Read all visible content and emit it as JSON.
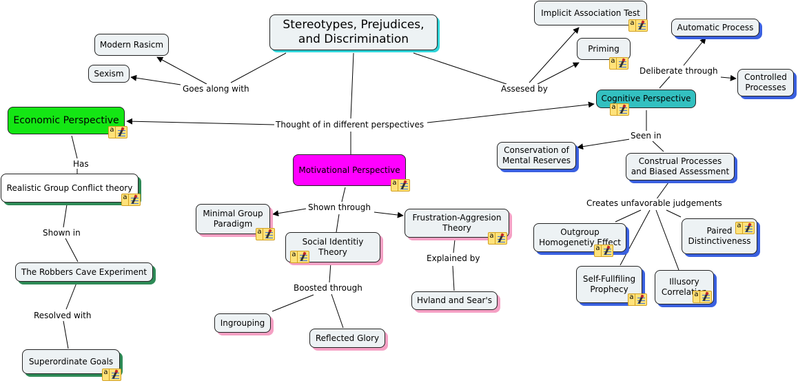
{
  "concept_map": {
    "title": "Stereotypes, Prejudices, and Discrimination",
    "concepts": {
      "main": "Stereotypes, Prejudices, and Discrimination",
      "modern_racism": "Modern Rasicm",
      "sexism": "Sexism",
      "economic": "Economic Perspective",
      "realistic_group": "Realistic Group Conflict theory",
      "robbers_cave": "The Robbers Cave Experiment",
      "superordinate": "Superordinate Goals",
      "motivational": "Motivational Perspective",
      "minimal_group": "Minimal Group Paradigm",
      "social_identity": "Social Identitiy Theory",
      "frustration": "Frustration-Aggresion Theory",
      "ingrouping": "Ingrouping",
      "reflected_glory": "Reflected Glory",
      "hvland": "Hvland and Sear's",
      "iat": "Implicit Association Test",
      "priming": "Priming",
      "automatic": "Automatic Process",
      "controlled": "Controlled Processes",
      "cognitive": "Cognitive Perspective",
      "conservation": "Conservation of Mental Reserves",
      "construal": "Construal Processes and Biased Assessment",
      "outgroup": "Outgroup Homogenetiy Effect",
      "paired": "Paired Distinctiveness",
      "self_fulfilling": "Self-Fullfiling Prophecy",
      "illusory": "Illusory Correlation"
    },
    "linking_phrases": {
      "goes_along": "Goes along with",
      "thought_of": "Thought of in different perspectives",
      "assesed_by": "Assesed by",
      "deliberate": "Deliberate through",
      "has": "Has",
      "shown_in": "Shown in",
      "resolved_with": "Resolved with",
      "shown_through": "Shown through",
      "boosted_through": "Boosted through",
      "explained_by": "Explained by",
      "seen_in": "Seen in",
      "creates": "Creates unfavorable judgements"
    },
    "note_icon": {
      "glyph": "a",
      "semantic": "annotation-note-icon"
    },
    "colors": {
      "economic": "#14e614",
      "motivational": "#ff00ff",
      "cognitive": "#33c0c0",
      "node_fill": "#edf2f4",
      "shadow_green": "#2e8b57",
      "shadow_pink": "#f5a0c4",
      "shadow_blue": "#3a60e0",
      "shadow_teal": "#2fd4d8"
    }
  }
}
